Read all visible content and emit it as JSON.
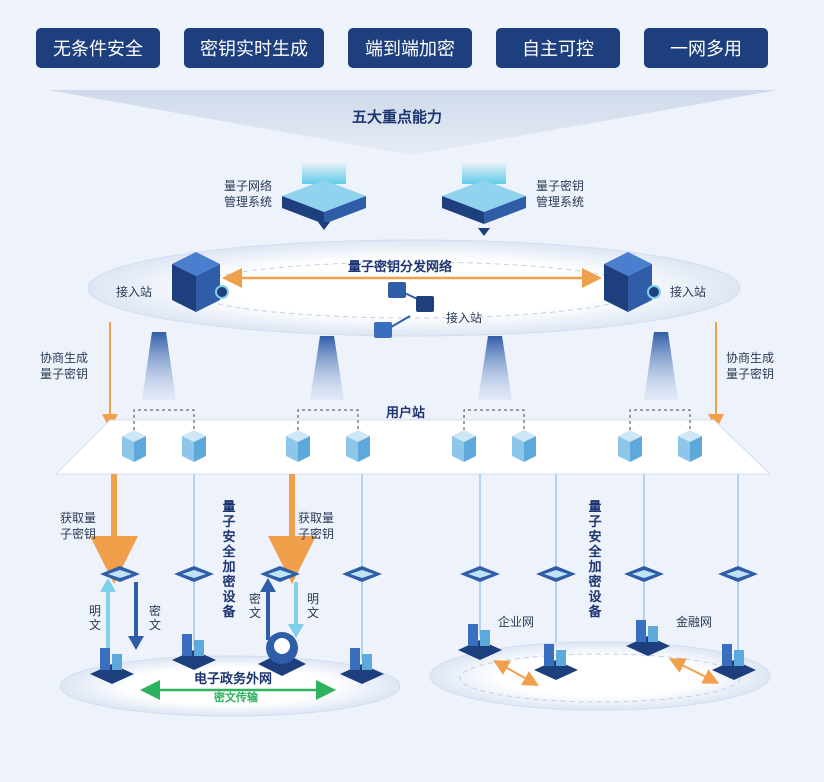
{
  "capabilities": [
    "无条件安全",
    "密钥实时生成",
    "端到端加密",
    "自主可控",
    "一网多用"
  ],
  "funnel_title": "五大重点能力",
  "systems": {
    "network_mgmt": "量子网络\n管理系统",
    "key_mgmt": "量子密钥\n管理系统"
  },
  "distribution": {
    "title": "量子密钥分发网络",
    "access_station": "接入站"
  },
  "negotiate": "协商生成\n量子密钥",
  "user_station": "用户站",
  "acquire_key": "获取量\n子密钥",
  "encrypt_device": "量子安全加密设备",
  "plaintext": "明文",
  "ciphertext": "密文",
  "networks": {
    "gov": "电子政务外网",
    "cipher_transfer": "密文传输",
    "enterprise": "企业网",
    "finance": "金融网"
  },
  "colors": {
    "navy": "#1e3f7d",
    "orange": "#f0a04b",
    "green": "#2db35d",
    "cyan": "#7fd0ea",
    "blue": "#2f5da8"
  }
}
